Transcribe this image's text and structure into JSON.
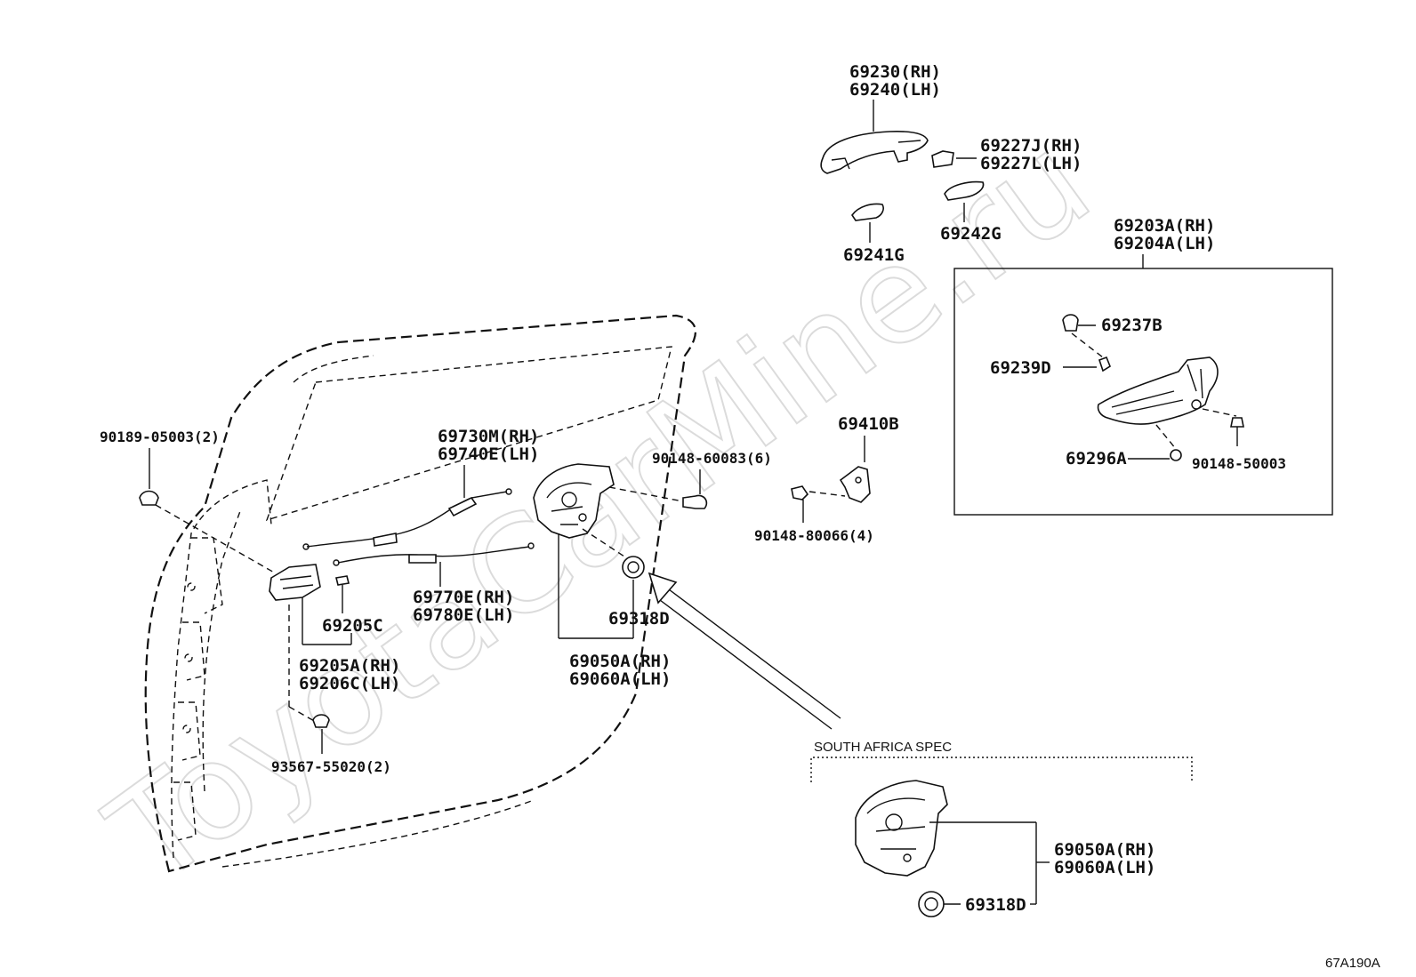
{
  "watermark": "ToyotaCarMine.ru",
  "figure_code": "67A190A",
  "section": {
    "south_africa_label": "SOUTH AFRICA SPEC"
  },
  "labels": {
    "p69230": "69230(RH)",
    "p69240": "69240(LH)",
    "p69227J": "69227J(RH)",
    "p69227L": "69227L(LH)",
    "p69241G": "69241G",
    "p69242G": "69242G",
    "p69203A": "69203A(RH)",
    "p69204A": "69204A(LH)",
    "p69237B": "69237B",
    "p69239D": "69239D",
    "p69296A": "69296A",
    "p90148_50003": "90148-50003",
    "p69410B": "69410B",
    "p90148_60083": "90148-60083(6)",
    "p90148_80066": "90148-80066(4)",
    "p69730M": "69730M(RH)",
    "p69740E": "69740E(LH)",
    "p69770E": "69770E(RH)",
    "p69780E": "69780E(LH)",
    "p90189_05003": "90189-05003(2)",
    "p69205C": "69205C",
    "p69205A": "69205A(RH)",
    "p69206C": "69206C(LH)",
    "p93567": "93567-55020(2)",
    "p69318D": "69318D",
    "p69050A": "69050A(RH)",
    "p69060A": "69060A(LH)",
    "sa_69050A": "69050A(RH)",
    "sa_69060A": "69060A(LH)",
    "sa_69318D": "69318D"
  }
}
